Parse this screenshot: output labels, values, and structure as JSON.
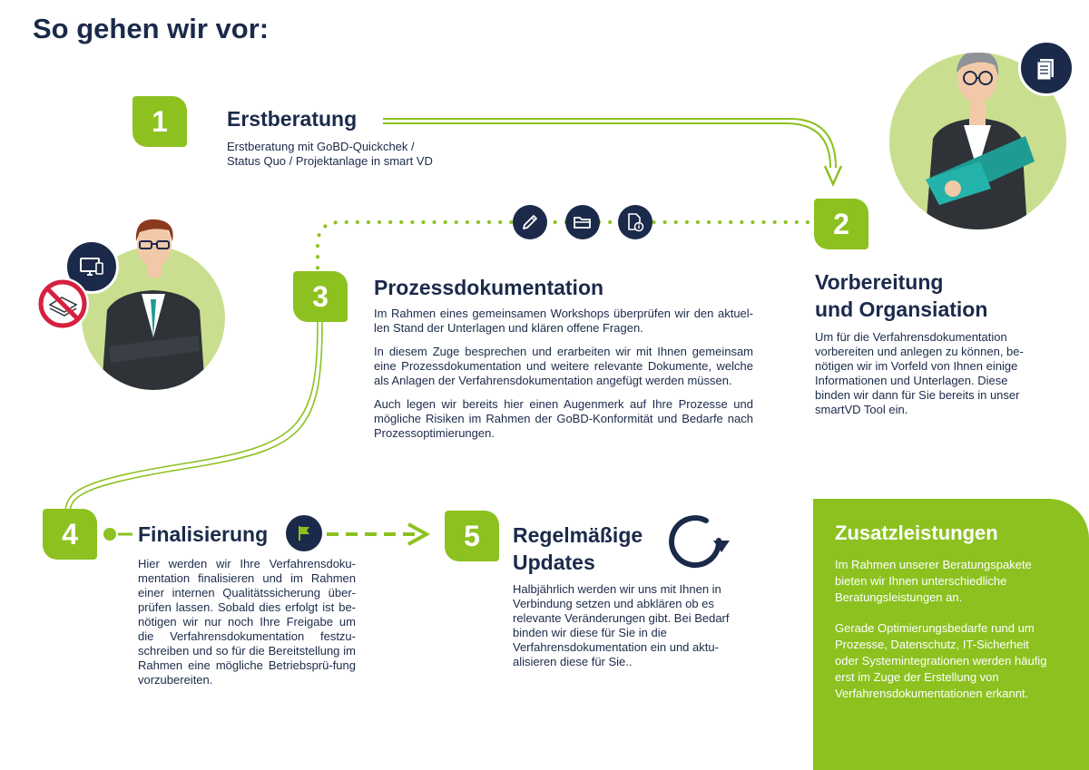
{
  "page": {
    "title": "So gehen wir vor:"
  },
  "steps": [
    {
      "number": "1",
      "title": "Erstberatung",
      "text": [
        "Erstberatung mit GoBD-Quickchek /",
        "Status Quo / Projektanlage in smart VD"
      ]
    },
    {
      "number": "2",
      "title_lines": [
        "Vorbereitung",
        "und Organsiation"
      ],
      "text": "Um für die Verfahrensdokumentation vorbereiten und anlegen zu können, be-nötigen wir im Vorfeld von Ihnen einige Informationen und Unterlagen. Diese binden wir dann für Sie bereits in unser smartVD Tool ein."
    },
    {
      "number": "3",
      "title": "Prozessdokumentation",
      "paragraphs": [
        "Im Rahmen eines gemeinsamen Workshops überprüfen wir den aktuel-len Stand der Unterlagen und klären offene Fragen.",
        "In diesem Zuge besprechen und erarbeiten wir mit Ihnen gemeinsam eine Prozessdokumentation und weitere relevante Dokumente, welche als Anlagen der Verfahrensdokumentation angefügt werden müssen.",
        "Auch legen wir bereits hier einen Augenmerk auf Ihre Prozesse und mögliche Risiken im Rahmen der GoBD-Konformität und Bedarfe nach Prozessoptimierungen."
      ]
    },
    {
      "number": "4",
      "title": "Finalisierung",
      "text": "Hier werden wir Ihre Verfahrensdoku-mentation finalisieren und im Rahmen einer internen Qualitätssicherung über-prüfen lassen. Sobald dies erfolgt ist be-nötigen wir nur noch Ihre Freigabe um die Verfahrensdokumentation festzu-schreiben und so für die Bereitstellung im Rahmen eine mögliche Betriebsprü-fung vorzubereiten."
    },
    {
      "number": "5",
      "title_lines": [
        "Regelmäßige",
        "Updates"
      ],
      "text": "Halbjährlich werden wir uns mit Ihnen in Verbindung setzen und abklären ob es relevante Veränderungen gibt. Bei Bedarf binden wir diese für Sie in die Verfahrensdokumentation ein und aktu-alisieren diese für Sie.."
    }
  ],
  "extras": {
    "title": "Zusatzleistungen",
    "paragraphs": [
      "Im Rahmen unserer Beratungspakete bieten wir Ihnen unterschiedliche Beratungsleistungen an.",
      "Gerade Optimierungsbedarfe rund um Prozesse, Datenschutz, IT-Sicherheit oder Systemintegrationen werden häufig erst im Zuge der Erstellung von Verfahrensdokumentationen erkannt."
    ]
  },
  "icons": [
    "pencil-icon",
    "folder-icon",
    "document-info-icon",
    "flag-icon",
    "refresh-icon",
    "documents-icon",
    "computer-icon",
    "no-paper-icon"
  ],
  "colors": {
    "green": "#8cc120",
    "navy": "#1b2a4a",
    "light_green": "#c9df8f",
    "red": "#d6203f"
  }
}
